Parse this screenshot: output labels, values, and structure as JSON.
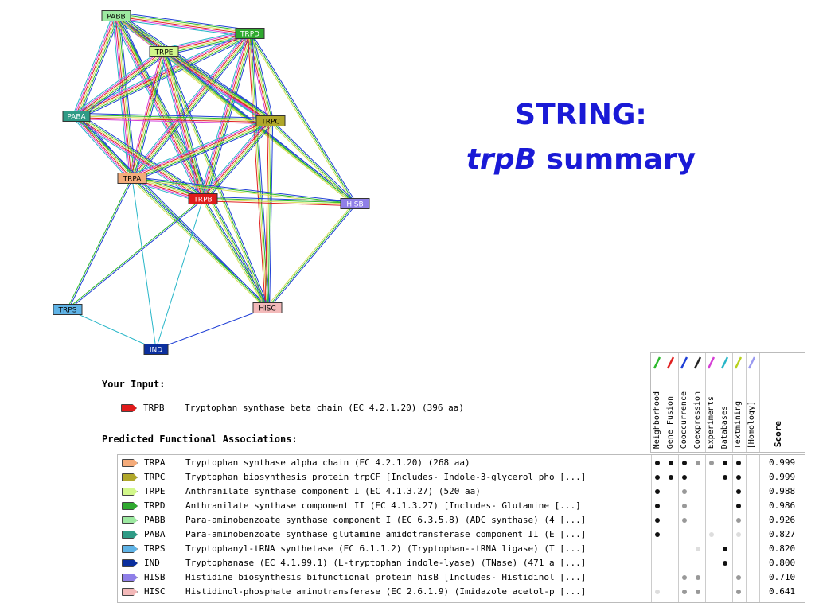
{
  "title": {
    "line1": "STRING:",
    "line2_italic": "trpB",
    "line2_rest": " summary"
  },
  "network": {
    "nodes": [
      {
        "label": "PABB",
        "fill": "#9de9a1"
      },
      {
        "label": "TRPD",
        "fill": "#2fa92f"
      },
      {
        "label": "TRPE",
        "fill": "#d2f78a"
      },
      {
        "label": "PABA",
        "fill": "#2f9b86"
      },
      {
        "label": "TRPC",
        "fill": "#b0a72a"
      },
      {
        "label": "TRPA",
        "fill": "#f4ab7a"
      },
      {
        "label": "TRPB",
        "fill": "#e01b1b"
      },
      {
        "label": "HISB",
        "fill": "#8f7fe8"
      },
      {
        "label": "TRPS",
        "fill": "#5fb3e6"
      },
      {
        "label": "HISC",
        "fill": "#f3b9b9"
      },
      {
        "label": "IND",
        "fill": "#0b2f9e"
      }
    ]
  },
  "your_input": {
    "heading": "Your Input:",
    "gene": "TRPB",
    "color": "#e01b1b",
    "description": "Tryptophan synthase beta chain (EC 4.2.1.20) (396 aa)"
  },
  "predicted": {
    "heading": "Predicted Functional Associations:"
  },
  "evidence": {
    "columns": [
      {
        "label": "Neighborhood",
        "color": "#2db92d"
      },
      {
        "label": "Gene Fusion",
        "color": "#e02020"
      },
      {
        "label": "Cooccurrence",
        "color": "#1f3fd6"
      },
      {
        "label": "Coexpression",
        "color": "#222222"
      },
      {
        "label": "Experiments",
        "color": "#d63fd6"
      },
      {
        "label": "Databases",
        "color": "#27b6c8"
      },
      {
        "label": "Textmining",
        "color": "#b9d11f"
      },
      {
        "label": "[Homology]",
        "color": "#9a9af0"
      }
    ],
    "score_label": "Score"
  },
  "associations": [
    {
      "gene": "TRPA",
      "color": "#f4ab7a",
      "description": "Tryptophan synthase alpha chain (EC 4.2.1.20) (268 aa)",
      "evidence": [
        2,
        2,
        2,
        1,
        1,
        2,
        2,
        0
      ],
      "score": "0.999"
    },
    {
      "gene": "TRPC",
      "color": "#b0a72a",
      "description": "Tryptophan biosynthesis protein trpCF [Includes- Indole-3-glycerol pho [...]",
      "evidence": [
        2,
        2,
        2,
        0,
        0,
        2,
        2,
        0
      ],
      "score": "0.999"
    },
    {
      "gene": "TRPE",
      "color": "#d2f78a",
      "description": "Anthranilate synthase component I (EC 4.1.3.27) (520 aa)",
      "evidence": [
        2,
        0,
        1,
        0,
        0,
        0,
        2,
        0
      ],
      "score": "0.988"
    },
    {
      "gene": "TRPD",
      "color": "#2fa92f",
      "description": "Anthranilate synthase component II (EC 4.1.3.27) [Includes- Glutamine  [...]",
      "evidence": [
        2,
        0,
        1,
        0,
        0,
        0,
        2,
        0
      ],
      "score": "0.986"
    },
    {
      "gene": "PABB",
      "color": "#9de9a1",
      "description": "Para-aminobenzoate synthase component I (EC 6.3.5.8) (ADC synthase) (4 [...]",
      "evidence": [
        2,
        0,
        1,
        0,
        0,
        0,
        1,
        0
      ],
      "score": "0.926"
    },
    {
      "gene": "PABA",
      "color": "#2f9b86",
      "description": "Para-aminobenzoate synthase glutamine amidotransferase component II (E [...]",
      "evidence": [
        2,
        0,
        0,
        0,
        3,
        0,
        3,
        0
      ],
      "score": "0.827"
    },
    {
      "gene": "TRPS",
      "color": "#5fb3e6",
      "description": "Tryptophanyl-tRNA synthetase (EC 6.1.1.2) (Tryptophan--tRNA ligase) (T [...]",
      "evidence": [
        0,
        0,
        0,
        3,
        0,
        2,
        0,
        0
      ],
      "score": "0.820"
    },
    {
      "gene": "IND",
      "color": "#0b2f9e",
      "description": "Tryptophanase (EC 4.1.99.1) (L-tryptophan indole-lyase) (TNase) (471 a [...]",
      "evidence": [
        0,
        0,
        0,
        0,
        0,
        2,
        0,
        0
      ],
      "score": "0.800"
    },
    {
      "gene": "HISB",
      "color": "#8f7fe8",
      "description": "Histidine biosynthesis bifunctional protein hisB [Includes- Histidinol [...]",
      "evidence": [
        0,
        0,
        1,
        1,
        0,
        0,
        1,
        0
      ],
      "score": "0.710"
    },
    {
      "gene": "HISC",
      "color": "#f3b9b9",
      "description": "Histidinol-phosphate aminotransferase (EC 2.6.1.9) (Imidazole acetol-p [...]",
      "evidence": [
        3,
        0,
        1,
        1,
        0,
        0,
        1,
        0
      ],
      "score": "0.641"
    }
  ]
}
